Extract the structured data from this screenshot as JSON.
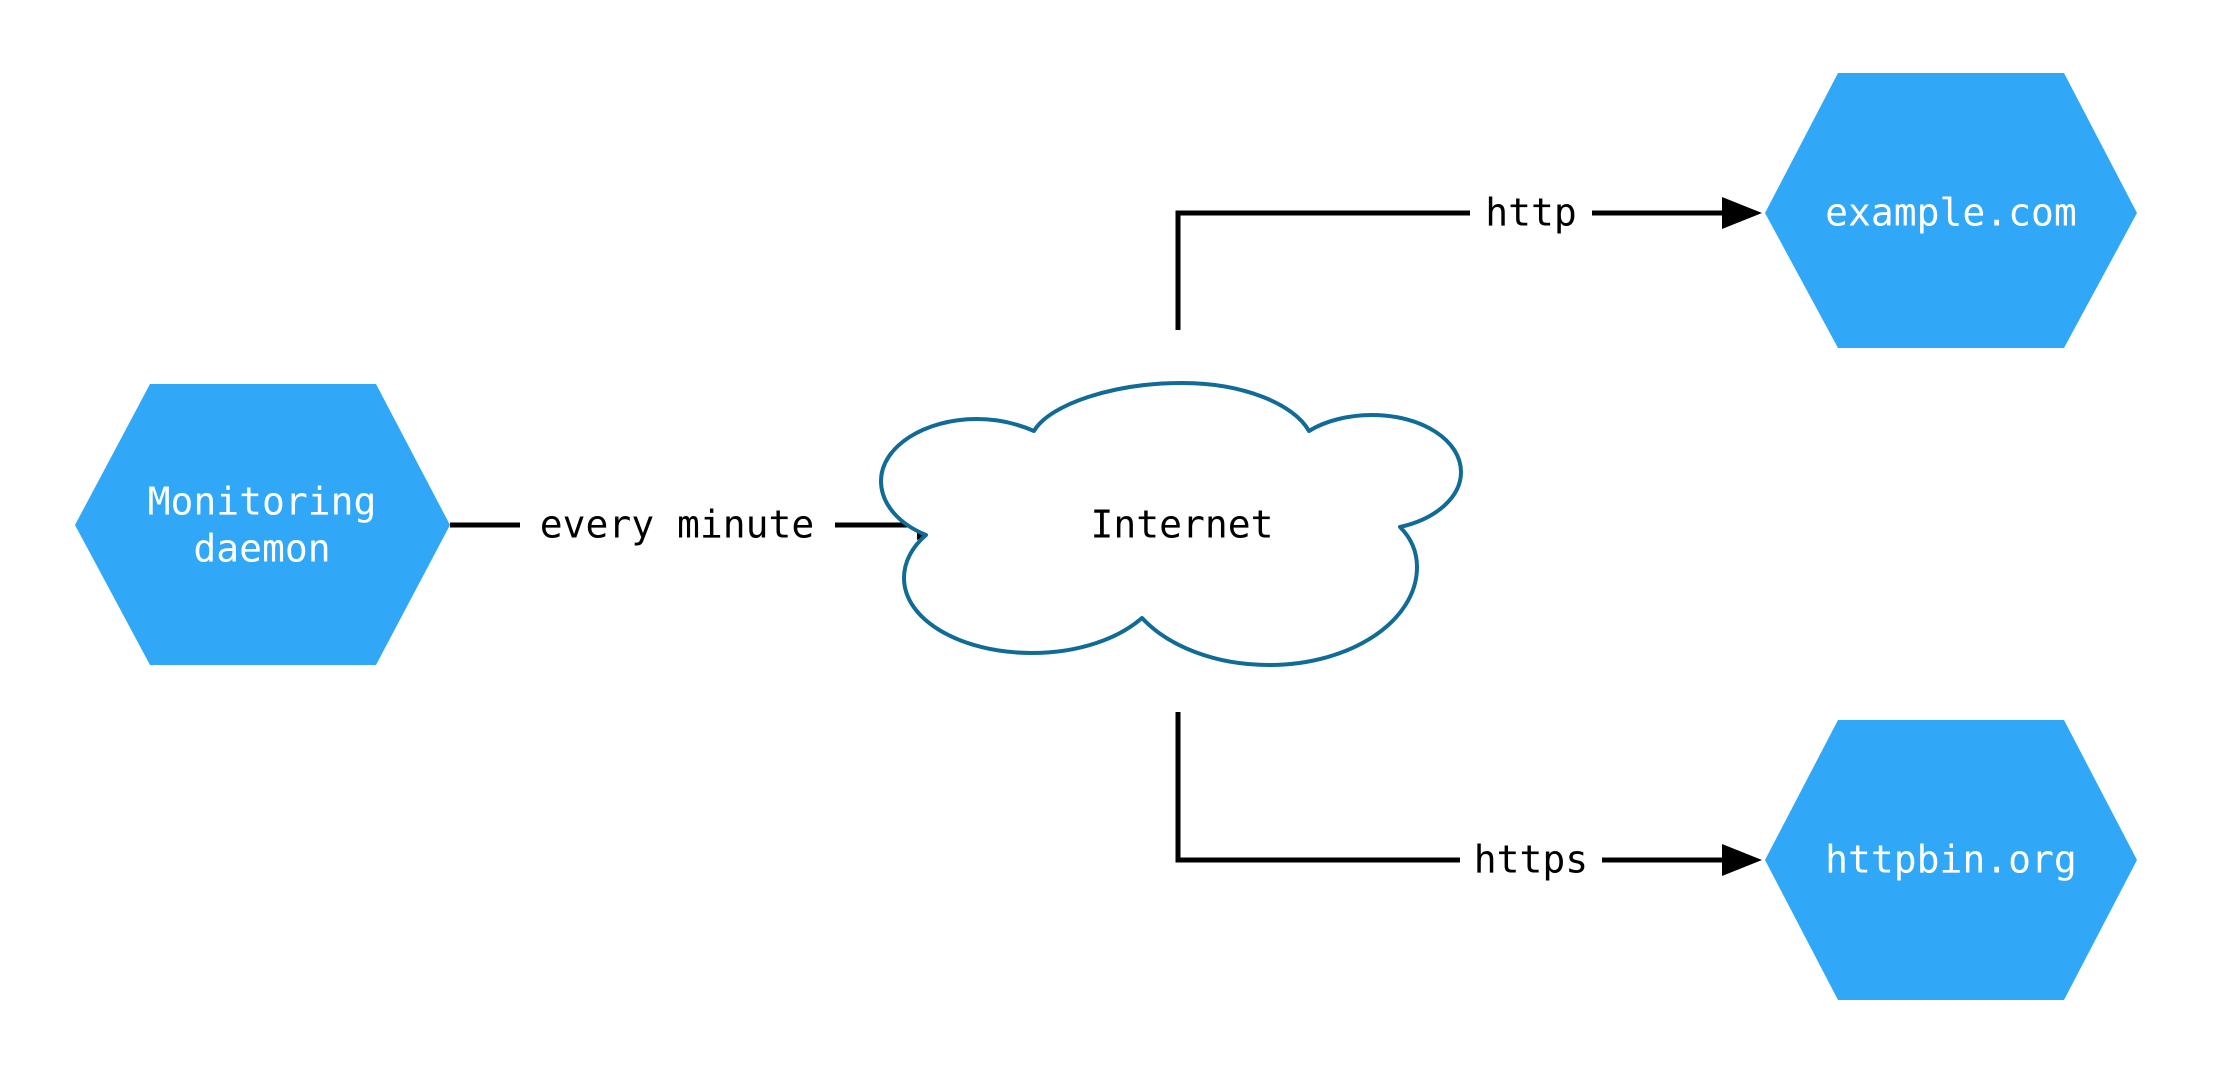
{
  "diagram": {
    "title": "Monitoring daemon network diagram",
    "background_color": "#ffffff",
    "node_fill_color": "#31a8f7",
    "node_text_color": "#ffffff",
    "cloud_fill_color": "#ffffff",
    "cloud_stroke_color": "#106b96",
    "edge_color": "#000000",
    "nodes": [
      {
        "id": "monitoring-daemon",
        "shape": "hexagon",
        "line1": "Monitoring",
        "line2": "daemon"
      },
      {
        "id": "internet",
        "shape": "cloud",
        "label": "Internet"
      },
      {
        "id": "example-com",
        "shape": "hexagon",
        "label": "example.com"
      },
      {
        "id": "httpbin-org",
        "shape": "hexagon",
        "label": "httpbin.org"
      }
    ],
    "edges": [
      {
        "id": "daemon-to-internet",
        "from": "monitoring-daemon",
        "to": "internet",
        "label": "every minute",
        "arrow": "end"
      },
      {
        "id": "internet-to-example",
        "from": "internet",
        "to": "example-com",
        "label": "http",
        "arrow": "end"
      },
      {
        "id": "internet-to-httpbin",
        "from": "internet",
        "to": "httpbin-org",
        "label": "https",
        "arrow": "end"
      }
    ]
  }
}
